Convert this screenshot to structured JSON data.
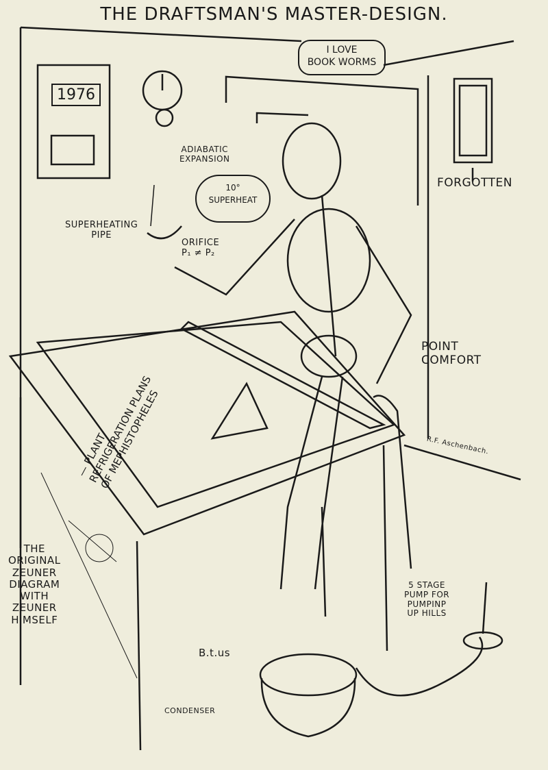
{
  "title": "THE DRAFTSMAN'S MASTER-DESIGN.",
  "calendar_year": "1976",
  "speech_bubble": "I LOVE\nBOOK WORMS",
  "labels": {
    "adiabatic": "ADIABATIC\nEXPANSION",
    "superheat": "10°\nSUPERHEAT",
    "superheating_pipe": "SUPERHEATING\nPIPE",
    "orifice": "ORIFICE\nP₁ ≠ P₂",
    "forgotten": "FORGOTTEN",
    "point_comfort": "POINT\nCOMFORT",
    "zeuner": "THE\nORIGINAL\nZEUNER\nDIAGRAM\nWITH\nZEUNER\nHIMSELF",
    "pump": "5 STAGE\nPUMP FOR\nPUMPINP\nUP HILLS",
    "btus": "B.t.us",
    "condenser": "CONDENSER",
    "signature": "R.F. Aschenbach."
  },
  "drawing_board_text": "— PLANT.\nREFRIGERATION PLANS\nOF MEPHISTOPHELES"
}
